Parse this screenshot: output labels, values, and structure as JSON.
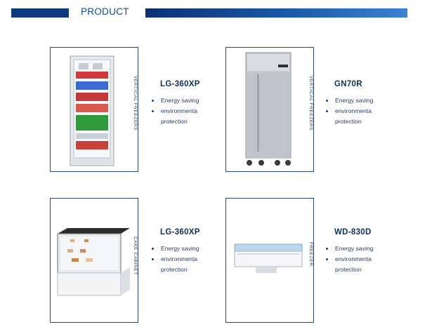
{
  "header": {
    "title": "PRODUCT"
  },
  "products": [
    {
      "side_label": "Vertical Freezers",
      "model": "LG-360XP",
      "features": [
        "Energy saving",
        "environmenta",
        "protection"
      ]
    },
    {
      "side_label": "Vertical Freezers",
      "model": "GN70R",
      "features": [
        "Energy saving",
        "environmenta",
        "protection"
      ]
    },
    {
      "side_label": "Cake Cabinet",
      "model": "LG-360XP",
      "features": [
        "Energy saving",
        "environmenta",
        "protection"
      ]
    },
    {
      "side_label": "Freezer",
      "model": "WD-830D",
      "features": [
        "Energy saving",
        "environmenta",
        "protection"
      ]
    }
  ],
  "colors": {
    "brand_dark": "#0e3a80",
    "brand_light": "#3b82d2",
    "border": "#2b4a7a"
  }
}
